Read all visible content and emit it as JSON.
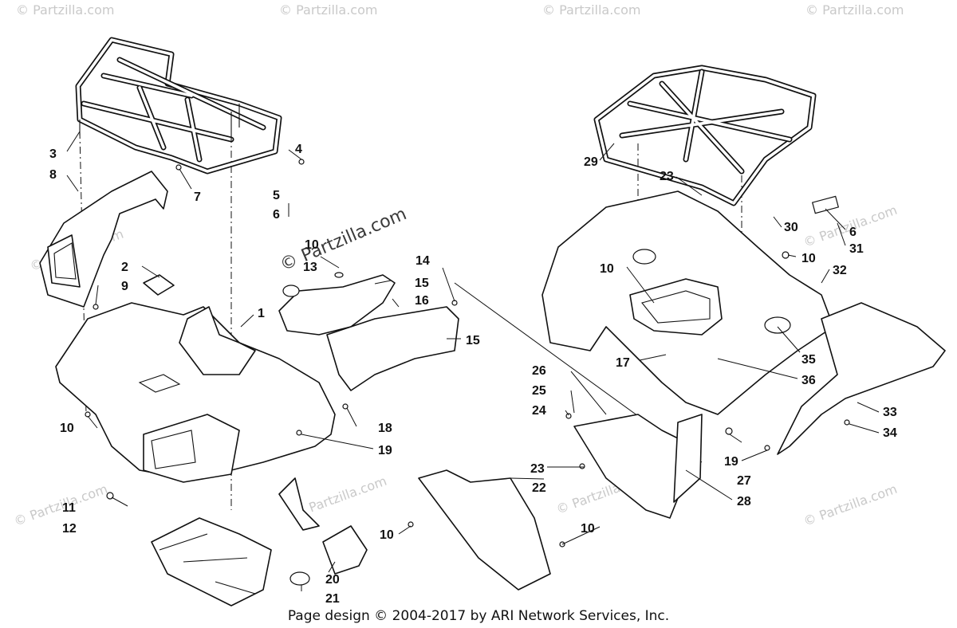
{
  "watermark": "© Partzilla.com",
  "footer": "Page design © 2004-2017 by ARI Network Services, Inc.",
  "callouts": {
    "c1": "1",
    "c2": "2",
    "c3": "3",
    "c4": "4",
    "c5": "5",
    "c6": "6",
    "c6b": "6",
    "c7": "7",
    "c8": "8",
    "c9": "9",
    "c10a": "10",
    "c10b": "10",
    "c10c": "10",
    "c10d": "10",
    "c10e": "10",
    "c10f": "10",
    "c11": "11",
    "c12": "12",
    "c13": "13",
    "c14": "14",
    "c15a": "15",
    "c15b": "15",
    "c16": "16",
    "c17": "17",
    "c18": "18",
    "c19a": "19",
    "c19b": "19",
    "c20": "20",
    "c21": "21",
    "c22": "22",
    "c23a": "23",
    "c23b": "23",
    "c24": "24",
    "c25": "25",
    "c26": "26",
    "c27": "27",
    "c28": "28",
    "c29": "29",
    "c30": "30",
    "c31": "31",
    "c32": "32",
    "c33": "33",
    "c34": "34",
    "c35": "35",
    "c36": "36"
  }
}
